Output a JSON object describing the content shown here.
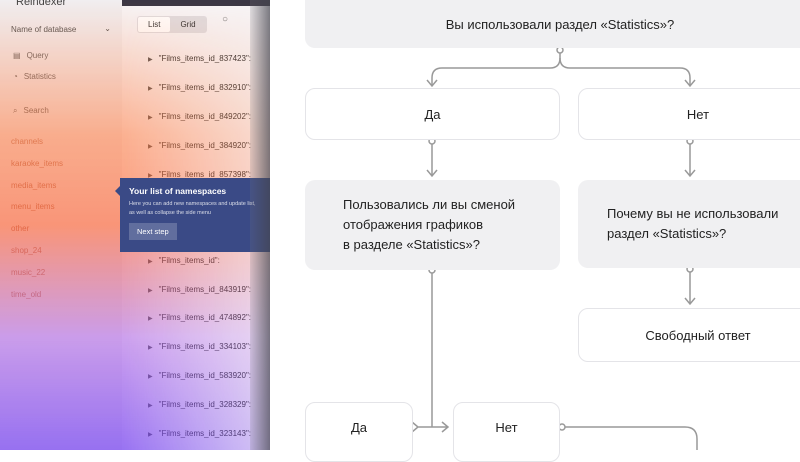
{
  "app": {
    "logo": "Reindexer",
    "db_select": "Name of database"
  },
  "nav": [
    {
      "label": "Query",
      "icon": "document-icon"
    },
    {
      "label": "Statistics",
      "icon": "chart-icon"
    }
  ],
  "search_label": "Search",
  "namespaces": [
    "channels",
    "karaoke_items",
    "media_items",
    "menu_items",
    "other",
    "shop_24",
    "music_22",
    "time_old"
  ],
  "view_tabs": [
    "List",
    "Grid"
  ],
  "rows": [
    "\"Films_items_id_837423\":",
    "\"Films_items_id_832910\":",
    "\"Films_items_id_849202\":",
    "\"Films_items_id_384920\":",
    "\"Films_items_id_857398\":",
    "\"Films_items_id\":",
    "\"Films_items_id_843919\":",
    "\"Films_items_id_474892\":",
    "\"Films_items_id_334103\":",
    "\"Films_items_id_583920\":",
    "\"Films_items_id_328329\":",
    "\"Films_items_id_323143\":"
  ],
  "tooltip": {
    "title": "Your list of namespaces",
    "text": "Here you can add new namespaces and update list, as well as collapse the side menu",
    "button": "Next step"
  },
  "flow": {
    "q1": "Вы использовали раздел «Statistics»?",
    "yes1": "Да",
    "no1": "Нет",
    "q2": [
      "Пользовались ли вы сменой",
      "отображения графиков",
      "в разделе «Statistics»?"
    ],
    "q3": [
      "Почему вы не использовали",
      "раздел «Statistics»?"
    ],
    "free": "Свободный ответ",
    "yes2": "Да",
    "no2": "Нет"
  }
}
